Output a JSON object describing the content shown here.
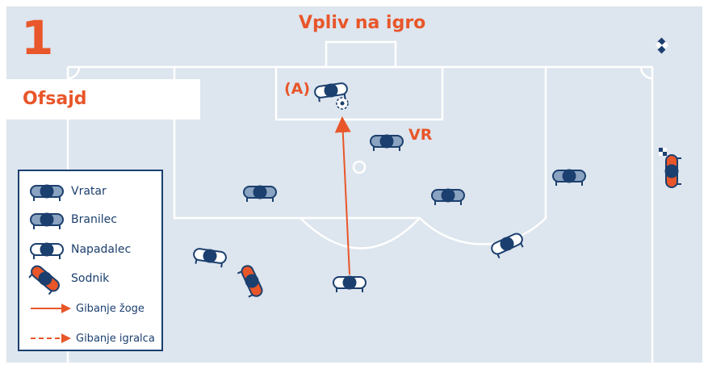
{
  "diagram": {
    "number": "1",
    "title": "Vpliv na igro",
    "topic": "Ofsajd",
    "labels": {
      "attacker_tag": "(A)",
      "referee_tag": "VR"
    }
  },
  "legend": {
    "items": [
      {
        "icon": "goalkeeper-icon",
        "label": "Vratar"
      },
      {
        "icon": "defender-icon",
        "label": "Branilec"
      },
      {
        "icon": "attacker-icon",
        "label": "Napadalec"
      },
      {
        "icon": "referee-icon",
        "label": "Sodnik"
      },
      {
        "icon": "ball-movement-arrow-icon",
        "label": "Gibanje žoge"
      },
      {
        "icon": "player-movement-arrow-icon",
        "label": "Gibanje igralca"
      }
    ]
  },
  "colors": {
    "accent": "#e8562a",
    "navy": "#1b3f6e",
    "pitch": "#dde5ee",
    "defender_light": "#8aa3c0"
  }
}
